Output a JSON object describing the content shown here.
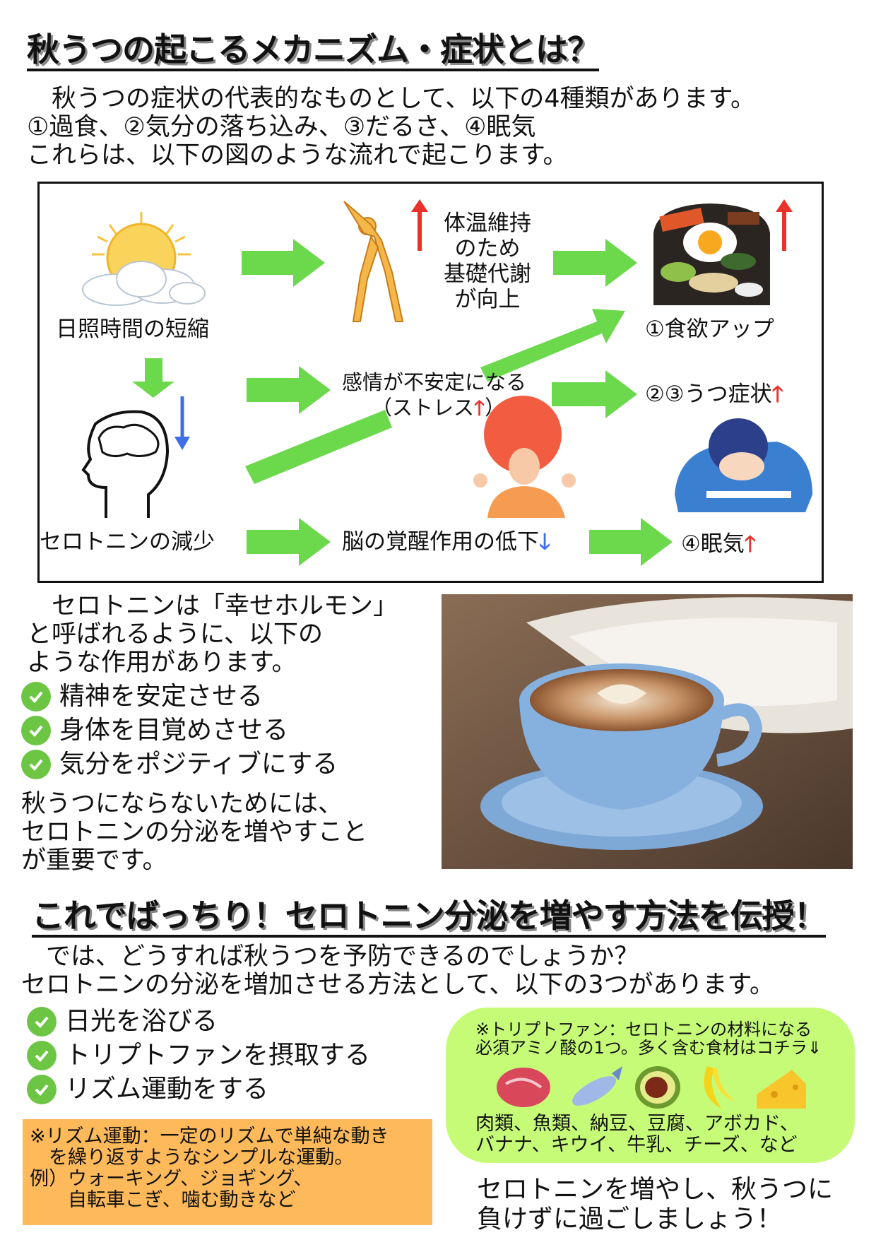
{
  "section1": {
    "title": "秋うつの起こるメカニズム・症状とは？",
    "intro": [
      "　秋うつの症状の代表的なものとして、以下の4種類があります。",
      "①過食、②気分の落ち込み、③だるさ、④眠気",
      "これらは、以下の図のような流れで起こります。"
    ]
  },
  "diagram": {
    "daylight": "日照時間の短縮",
    "metabolism": [
      "体温維持",
      "のため",
      "基礎代謝",
      "が向上"
    ],
    "appetite": "①食欲アップ",
    "emotion": "感情が不安定になる",
    "stress": "（ストレス",
    "stress_close": "）",
    "depression": "②③うつ症状",
    "serotonin_down": "セロトニンの減少",
    "arousal_down": "脳の覚醒作用の低下",
    "sleepiness": "④眠気",
    "colors": {
      "arrow": "#6cd84c",
      "up": "#e8322a",
      "down": "#3f6ee8"
    }
  },
  "section_serotonin": {
    "intro": [
      "　セロトニンは「幸せホルモン」",
      "と呼ばれるように、以下の",
      "ような作用があります。"
    ],
    "effects": [
      "精神を安定させる",
      "身体を目覚めさせる",
      "気分をポジティブにする"
    ],
    "conclusion": [
      "秋うつにならないためには、",
      "セロトニンの分泌を増やすこと",
      "が重要です。"
    ]
  },
  "section2": {
    "title": "これでばっちり！セロトニン分泌を増やす方法を伝授！",
    "intro": [
      "　では、どうすれば秋うつを予防できるのでしょうか？",
      "セロトニンの分泌を増加させる方法として、以下の3つがあります。"
    ],
    "methods": [
      "日光を浴びる",
      "トリプトファンを摂取する",
      "リズム運動をする"
    ],
    "rhythm_note": [
      "※リズム運動：一定のリズムで単純な動き",
      "　を繰り返すようなシンプルな運動。",
      "例）ウォーキング、ジョギング、",
      "　　自転車こぎ、噛む動きなど"
    ],
    "tryptophan_note": [
      "※トリプトファン：セロトニンの材料になる",
      "必須アミノ酸の1つ。多く含む食材はコチラ⇓"
    ],
    "foods": [
      "肉類、魚類、納豆、豆腐、アボカド、",
      "バナナ、キウイ、牛乳、チーズ、など"
    ],
    "closing": [
      "セロトニンを増やし、秋うつに",
      "負けずに過ごしましょう！"
    ],
    "colors": {
      "orange": "#fdb95a",
      "green": "#c6fb78"
    }
  }
}
